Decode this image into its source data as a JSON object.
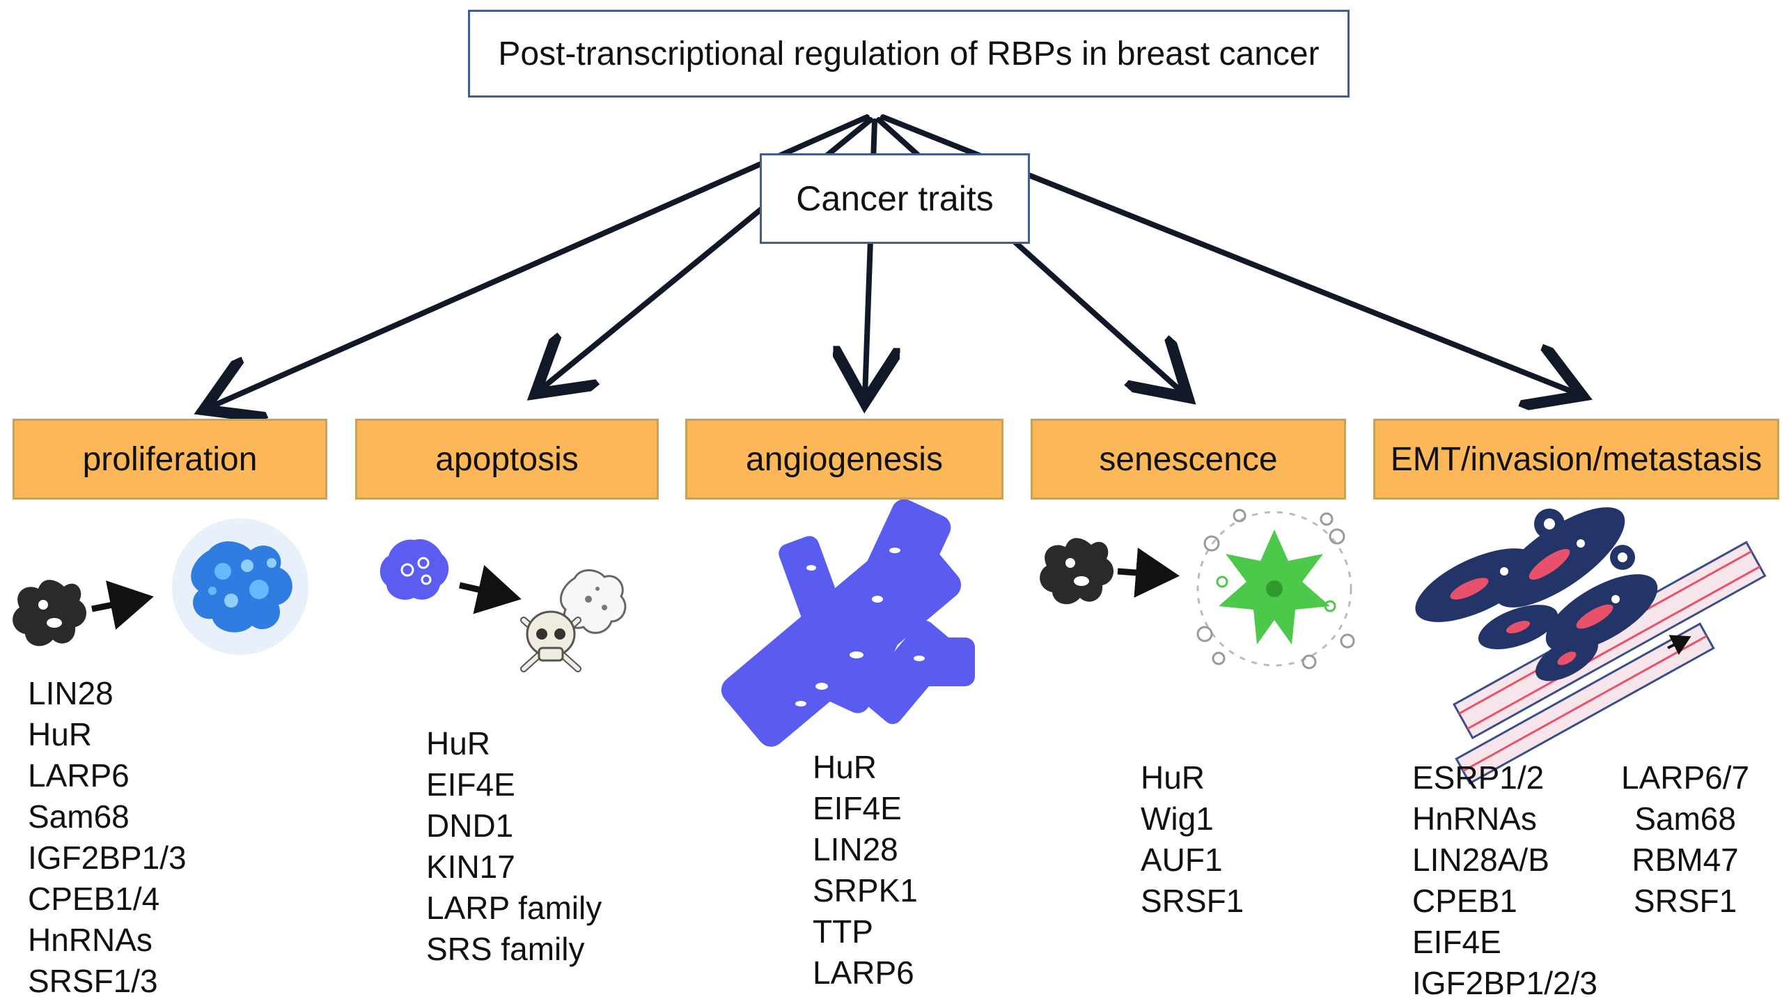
{
  "title": "Post-transcriptional regulation of RBPs in breast cancer",
  "center": "Cancer traits",
  "colors": {
    "box_border": "#3f5f8f",
    "trait_fill": "#fcb858",
    "arrow": "#111827",
    "cell_dark": "#2a2a2a",
    "blue_cell": "#2f7de0",
    "vessel": "#5a5cf0",
    "senescence_green": "#4cc84a",
    "emt_navy": "#233468",
    "emt_red": "#e9506a"
  },
  "traits": [
    {
      "label": "proliferation",
      "icons": [
        "dark-cell-icon",
        "arrow-icon",
        "dividing-blue-cell-icon"
      ],
      "genes": [
        "LIN28",
        "HuR",
        "LARP6",
        "Sam68",
        "IGF2BP1/3",
        "CPEB1/4",
        "HnRNAs",
        "SRSF1/3"
      ]
    },
    {
      "label": "apoptosis",
      "icons": [
        "purple-cell-icon",
        "arrow-icon",
        "skull-crossbones-icon",
        "dying-cell-icon"
      ],
      "genes": [
        "HuR",
        "EIF4E",
        "DND1",
        "KIN17",
        "LARP family",
        "SRS family"
      ]
    },
    {
      "label": "angiogenesis",
      "icons": [
        "blood-vessel-icon"
      ],
      "genes": [
        "HuR",
        "EIF4E",
        "LIN28",
        "SRPK1",
        "TTP",
        "LARP6"
      ]
    },
    {
      "label": "senescence",
      "icons": [
        "dark-cell-icon",
        "arrow-icon",
        "senescent-cell-icon"
      ],
      "genes": [
        "HuR",
        "Wig1",
        "AUF1",
        "SRSF1"
      ]
    },
    {
      "label": "EMT/invasion/metastasis",
      "icons": [
        "metastatic-cells-icon",
        "vessel-wall-icon",
        "arrow-icon"
      ],
      "genes_left": [
        "ESRP1/2",
        "HnRNAs",
        "LIN28A/B",
        "CPEB1",
        "EIF4E",
        "IGF2BP1/2/3"
      ],
      "genes_right": [
        "LARP6/7",
        "Sam68",
        "RBM47",
        "SRSF1"
      ]
    }
  ]
}
